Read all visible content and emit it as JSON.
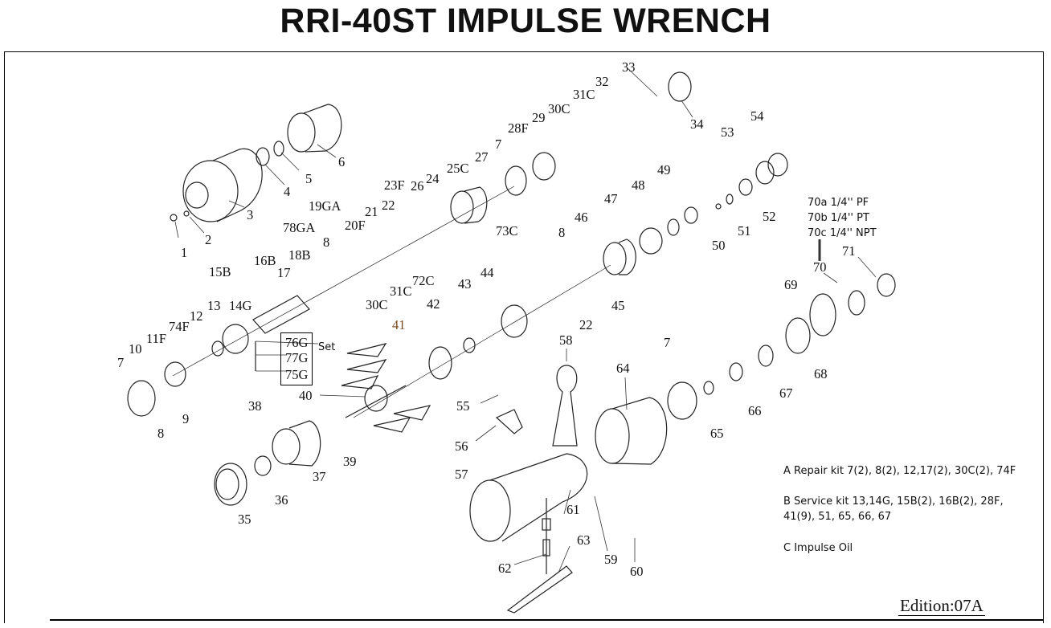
{
  "title": "RRI-40ST IMPULSE WRENCH",
  "edition": "Edition:07A",
  "set_label": "Set",
  "set_parts": [
    "76G",
    "77G",
    "75G"
  ],
  "part_labels": [
    "1",
    "2",
    "3",
    "4",
    "5",
    "6",
    "7",
    "7",
    "7",
    "8",
    "8",
    "8",
    "9",
    "10",
    "11F",
    "12",
    "13",
    "14G",
    "15B",
    "16B",
    "17",
    "18B",
    "78GA",
    "19GA",
    "20F",
    "21",
    "22",
    "22",
    "23F",
    "24",
    "25C",
    "26",
    "27",
    "28F",
    "29",
    "30C",
    "30C",
    "31C",
    "31C",
    "32",
    "33",
    "34",
    "35",
    "36",
    "37",
    "38",
    "39",
    "40",
    "41",
    "42",
    "43",
    "44",
    "45",
    "46",
    "47",
    "48",
    "49",
    "50",
    "51",
    "52",
    "53",
    "54",
    "55",
    "56",
    "57",
    "58",
    "59",
    "60",
    "61",
    "62",
    "63",
    "64",
    "65",
    "66",
    "67",
    "68",
    "69",
    "70",
    "71",
    "72C",
    "73C",
    "74F"
  ],
  "air_inlet_options": [
    "70a 1/4'' PF",
    "70b 1/4'' PT",
    "70c 1/4'' NPT"
  ],
  "kits": {
    "a": "A Repair kit 7(2), 8(2), 12,17(2), 30C(2), 74F",
    "b_line1": "B Service kit 13,14G, 15B(2), 16B(2), 28F,",
    "b_line2": "41(9), 51, 65, 66, 67",
    "c": "C Impulse Oil"
  },
  "colors": {
    "ink": "#111111",
    "label_41": "#7a4a1c"
  }
}
